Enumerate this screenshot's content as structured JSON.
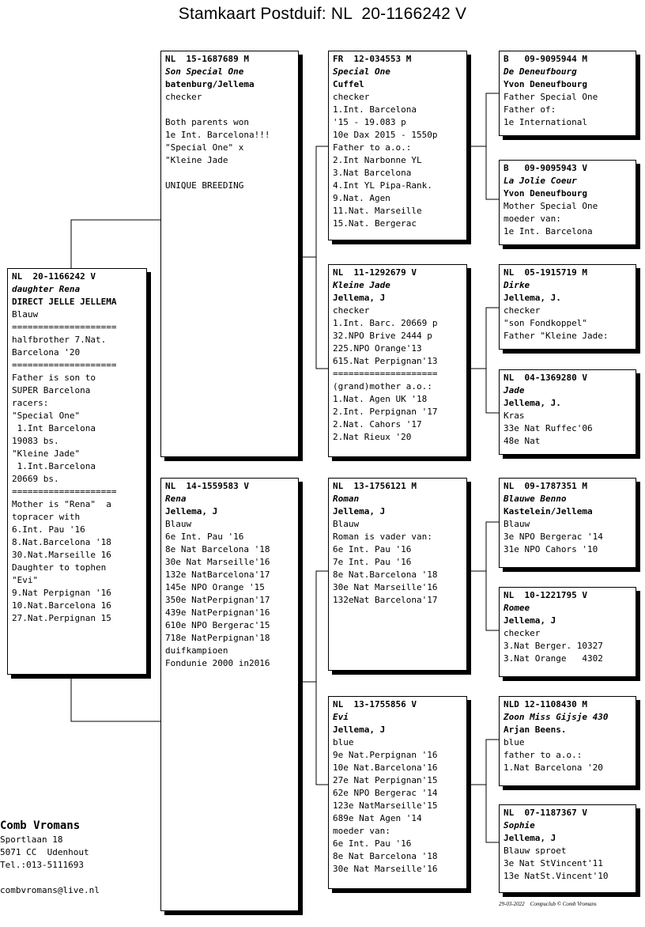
{
  "title": "Stamkaart Postduif: NL  20-1166242 V",
  "owner": {
    "name": "Comb Vromans",
    "lines": [
      "Sportlaan 18",
      "5071 CC  Udenhout",
      "Tel.:013-5111693",
      "",
      "combvromans@live.nl"
    ]
  },
  "footer": {
    "date": "29-03-2022",
    "credit": "Compuclub © Comb Vromans"
  },
  "cards": [
    {
      "id": "subject",
      "header": "NL  20-1166242 V",
      "name": "daughter Rena",
      "lines": [
        {
          "t": "DIRECT JELLE JELLEMA",
          "b": true
        },
        {
          "t": "Blauw"
        },
        {
          "t": "===================="
        },
        {
          "t": "halfbrother 7.Nat."
        },
        {
          "t": "Barcelona '20"
        },
        {
          "t": "===================="
        },
        {
          "t": "Father is son to"
        },
        {
          "t": "SUPER Barcelona"
        },
        {
          "t": "racers:"
        },
        {
          "t": "\"Special One\""
        },
        {
          "t": " 1.Int Barcelona"
        },
        {
          "t": "19083 bs."
        },
        {
          "t": "\"Kleine Jade\""
        },
        {
          "t": " 1.Int.Barcelona"
        },
        {
          "t": "20669 bs."
        },
        {
          "t": "===================="
        },
        {
          "t": "Mother is \"Rena\"  a"
        },
        {
          "t": "topracer with"
        },
        {
          "t": "6.Int. Pau '16"
        },
        {
          "t": "8.Nat.Barcelona '18"
        },
        {
          "t": "30.Nat.Marseille 16"
        },
        {
          "t": "Daughter to tophen"
        },
        {
          "t": "\"Evi\""
        },
        {
          "t": "9.Nat Perpignan '16"
        },
        {
          "t": "10.Nat.Barcelona 16"
        },
        {
          "t": "27.Nat.Perpignan 15"
        }
      ]
    },
    {
      "id": "father",
      "header": "NL  15-1687689 M",
      "name": "Son Special One",
      "lines": [
        {
          "t": "batenburg/Jellema",
          "b": true
        },
        {
          "t": "checker"
        },
        {
          "t": ""
        },
        {
          "t": "Both parents won"
        },
        {
          "t": "1e Int. Barcelona!!!"
        },
        {
          "t": "\"Special One\" x"
        },
        {
          "t": "\"Kleine Jade"
        },
        {
          "t": ""
        },
        {
          "t": "UNIQUE BREEDING"
        }
      ]
    },
    {
      "id": "mother",
      "header": "NL  14-1559583 V",
      "name": "Rena",
      "lines": [
        {
          "t": "Jellema, J",
          "b": true
        },
        {
          "t": "Blauw"
        },
        {
          "t": "6e Int. Pau '16"
        },
        {
          "t": "8e Nat Barcelona '18"
        },
        {
          "t": "30e Nat Marseille'16"
        },
        {
          "t": "132e NatBarcelona'17"
        },
        {
          "t": "145e NPO Orange '15"
        },
        {
          "t": "350e NatPerpignan'17"
        },
        {
          "t": "439e NatPerpignan'16"
        },
        {
          "t": "610e NPO Bergerac'15"
        },
        {
          "t": "718e NatPerpignan'18"
        },
        {
          "t": "duifkampioen"
        },
        {
          "t": "Fondunie 2000 in2016"
        }
      ]
    },
    {
      "id": "ff",
      "header": "FR  12-034553 M",
      "name": "Special One",
      "lines": [
        {
          "t": "Cuffel",
          "b": true
        },
        {
          "t": "checker"
        },
        {
          "t": "1.Int. Barcelona"
        },
        {
          "t": "'15 - 19.083 p"
        },
        {
          "t": "10e Dax 2015 - 1550p"
        },
        {
          "t": "Father to a.o.:"
        },
        {
          "t": "2.Int Narbonne YL"
        },
        {
          "t": "3.Nat Barcelona"
        },
        {
          "t": "4.Int YL Pipa-Rank."
        },
        {
          "t": "9.Nat. Agen"
        },
        {
          "t": "11.Nat. Marseille"
        },
        {
          "t": "15.Nat. Bergerac"
        }
      ]
    },
    {
      "id": "fm",
      "header": "NL  11-1292679 V",
      "name": "Kleine Jade",
      "lines": [
        {
          "t": "Jellema, J",
          "b": true
        },
        {
          "t": "checker"
        },
        {
          "t": "1.Int. Barc. 20669 p"
        },
        {
          "t": "32.NPO Brive 2444 p"
        },
        {
          "t": "225.NPO Orange'13"
        },
        {
          "t": "615.Nat Perpignan'13"
        },
        {
          "t": "===================="
        },
        {
          "t": "(grand)mother a.o.:"
        },
        {
          "t": "1.Nat. Agen UK '18"
        },
        {
          "t": "2.Int. Perpignan '17"
        },
        {
          "t": "2.Nat. Cahors '17"
        },
        {
          "t": "2.Nat Rieux '20"
        }
      ]
    },
    {
      "id": "mf",
      "header": "NL  13-1756121 M",
      "name": "Roman",
      "lines": [
        {
          "t": "Jellema, J",
          "b": true
        },
        {
          "t": "Blauw"
        },
        {
          "t": "Roman is vader van:"
        },
        {
          "t": "6e Int. Pau '16"
        },
        {
          "t": "7e Int. Pau '16"
        },
        {
          "t": "8e Nat.Barcelona '18"
        },
        {
          "t": "30e Nat Marseille'16"
        },
        {
          "t": "132eNat Barcelona'17"
        }
      ]
    },
    {
      "id": "mm",
      "header": "NL  13-1755856 V",
      "name": "Evi",
      "lines": [
        {
          "t": "Jellema, J",
          "b": true
        },
        {
          "t": "blue"
        },
        {
          "t": "9e Nat.Perpignan '16"
        },
        {
          "t": "10e Nat.Barcelona'16"
        },
        {
          "t": "27e Nat Perpignan'15"
        },
        {
          "t": "62e NPO Bergerac '14"
        },
        {
          "t": "123e NatMarseille'15"
        },
        {
          "t": "689e Nat Agen '14"
        },
        {
          "t": "moeder van:"
        },
        {
          "t": "6e Int. Pau '16"
        },
        {
          "t": "8e Nat Barcelona '18"
        },
        {
          "t": "30e Nat Marseille'16"
        }
      ]
    },
    {
      "id": "fff",
      "header": "B   09-9095944 M",
      "name": "De Deneufbourg",
      "lines": [
        {
          "t": "Yvon Deneufbourg",
          "b": true
        },
        {
          "t": "Father Special One"
        },
        {
          "t": "Father of:"
        },
        {
          "t": "1e International"
        }
      ]
    },
    {
      "id": "ffm",
      "header": "B   09-9095943 V",
      "name": "La Jolie Coeur",
      "lines": [
        {
          "t": "Yvon Deneufbourg",
          "b": true
        },
        {
          "t": "Mother Special One"
        },
        {
          "t": "moeder van:"
        },
        {
          "t": "1e Int. Barcelona"
        }
      ]
    },
    {
      "id": "fmf",
      "header": "NL  05-1915719 M",
      "name": "Dirke",
      "lines": [
        {
          "t": "Jellema, J.",
          "b": true
        },
        {
          "t": "checker"
        },
        {
          "t": "\"son Fondkoppel\""
        },
        {
          "t": "Father \"Kleine Jade:"
        }
      ]
    },
    {
      "id": "fmm",
      "header": "NL  04-1369280 V",
      "name": "Jade",
      "lines": [
        {
          "t": "Jellema, J.",
          "b": true
        },
        {
          "t": "Kras"
        },
        {
          "t": "33e Nat Ruffec'06"
        },
        {
          "t": "48e Nat"
        }
      ]
    },
    {
      "id": "mff",
      "header": "NL  09-1787351 M",
      "name": "Blauwe Benno",
      "lines": [
        {
          "t": "Kastelein/Jellema",
          "b": true
        },
        {
          "t": "Blauw"
        },
        {
          "t": "3e NPO Bergerac '14"
        },
        {
          "t": "31e NPO Cahors '10"
        }
      ]
    },
    {
      "id": "mfm",
      "header": "NL  10-1221795 V",
      "name": "Romee",
      "lines": [
        {
          "t": "Jellema, J",
          "b": true
        },
        {
          "t": "checker"
        },
        {
          "t": "3.Nat Berger. 10327"
        },
        {
          "t": "3.Nat Orange   4302"
        }
      ]
    },
    {
      "id": "mmf",
      "header": "NLD 12-1108430 M",
      "name": "Zoon Miss Gijsje 430",
      "lines": [
        {
          "t": "Arjan Beens.",
          "b": true
        },
        {
          "t": "blue"
        },
        {
          "t": "father to a.o.:"
        },
        {
          "t": "1.Nat Barcelona '20"
        }
      ]
    },
    {
      "id": "mmm",
      "header": "NL  07-1187367 V",
      "name": "Sophie",
      "lines": [
        {
          "t": "Jellema, J",
          "b": true
        },
        {
          "t": "Blauw sproet"
        },
        {
          "t": "3e Nat StVincent'11"
        },
        {
          "t": "13e NatSt.Vincent'10"
        }
      ]
    }
  ]
}
